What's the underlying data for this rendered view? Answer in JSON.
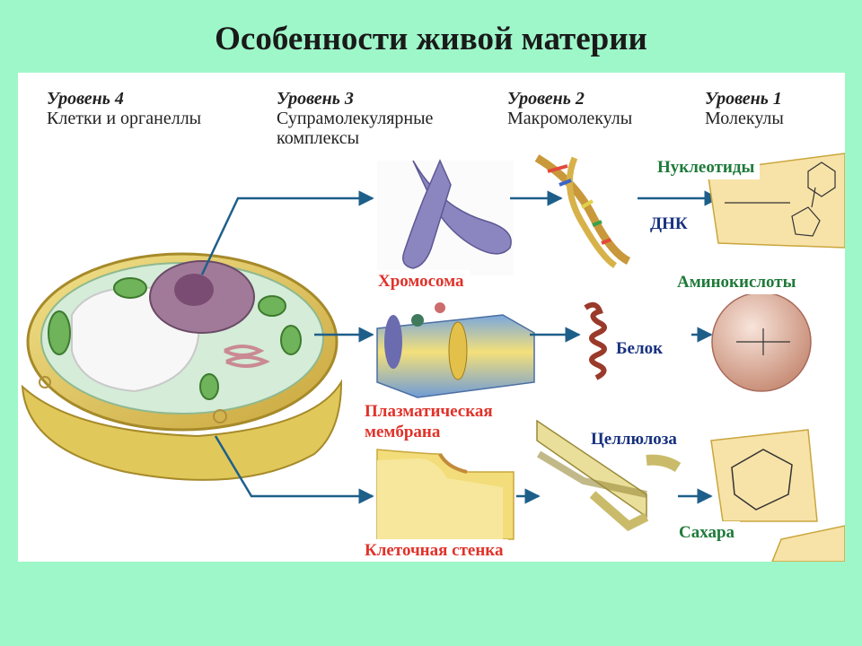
{
  "title": "Особенности живой материи",
  "levels": [
    {
      "heading": "Уровень 4",
      "desc": "Клетки и органеллы"
    },
    {
      "heading": "Уровень 3",
      "desc": "Супрамолекулярные комплексы"
    },
    {
      "heading": "Уровень 2",
      "desc": "Макромолекулы"
    },
    {
      "heading": "Уровень 1",
      "desc": "Молекулы"
    }
  ],
  "labels": {
    "chromosome": "Хромосома",
    "membrane": "Плазматическая мембрана",
    "cell_wall": "Клеточная стенка",
    "dna": "ДНК",
    "protein": "Белок",
    "cellulose": "Целлюлоза",
    "nucleotides": "Нуклеотиды",
    "amino_acids": "Аминокислоты",
    "sugars": "Сахара"
  },
  "colors": {
    "background": "#9ef7c9",
    "organelle_label": "#e0322a",
    "macromolecule_label": "#17317f",
    "molecule_label": "#1f7a3a",
    "arrow": "#1e5f8a"
  }
}
